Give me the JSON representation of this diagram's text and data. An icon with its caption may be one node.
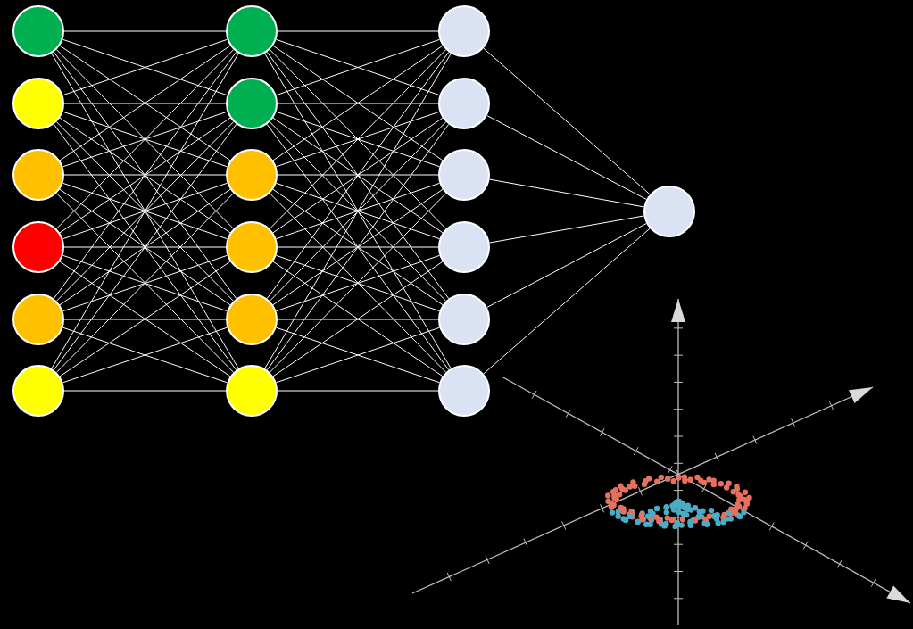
{
  "diagram": {
    "nodes": [
      {
        "text": [],
        "shape": "circle"
      },
      {
        "text": [],
        "shape": "circle"
      },
      {
        "text": [],
        "shape": "circle"
      },
      {
        "text": [],
        "shape": "circle"
      },
      {
        "text": [],
        "shape": "circle"
      },
      {
        "text": [],
        "shape": "circle"
      },
      {
        "text": [],
        "shape": "circle"
      },
      {
        "text": [],
        "shape": "circle"
      },
      {
        "text": [],
        "shape": "circle"
      },
      {
        "text": [],
        "shape": "circle"
      },
      {
        "text": [],
        "shape": "circle"
      },
      {
        "text": [],
        "shape": "circle"
      },
      {
        "text": [],
        "shape": "circle"
      },
      {
        "text": [],
        "shape": "circle"
      },
      {
        "text": [],
        "shape": "circle"
      },
      {
        "text": [],
        "shape": "circle"
      },
      {
        "text": [],
        "shape": "circle"
      },
      {
        "text": [],
        "shape": "circle"
      },
      {
        "text": [],
        "shape": "circle"
      }
    ],
    "edges": [
      {
        "from": 0,
        "to": 6,
        "arrow": "none"
      },
      {
        "from": 0,
        "to": 7,
        "arrow": "none"
      },
      {
        "from": 0,
        "to": 8,
        "arrow": "none"
      },
      {
        "from": 0,
        "to": 9,
        "arrow": "none"
      },
      {
        "from": 0,
        "to": 10,
        "arrow": "none"
      },
      {
        "from": 0,
        "to": 11,
        "arrow": "none"
      },
      {
        "from": 1,
        "to": 6,
        "arrow": "none"
      },
      {
        "from": 1,
        "to": 7,
        "arrow": "none"
      },
      {
        "from": 1,
        "to": 8,
        "arrow": "none"
      },
      {
        "from": 1,
        "to": 9,
        "arrow": "none"
      },
      {
        "from": 1,
        "to": 10,
        "arrow": "none"
      },
      {
        "from": 1,
        "to": 11,
        "arrow": "none"
      },
      {
        "from": 2,
        "to": 6,
        "arrow": "none"
      },
      {
        "from": 2,
        "to": 7,
        "arrow": "none"
      },
      {
        "from": 2,
        "to": 8,
        "arrow": "none"
      },
      {
        "from": 2,
        "to": 9,
        "arrow": "none"
      },
      {
        "from": 2,
        "to": 10,
        "arrow": "none"
      },
      {
        "from": 2,
        "to": 11,
        "arrow": "none"
      },
      {
        "from": 3,
        "to": 6,
        "arrow": "none"
      },
      {
        "from": 3,
        "to": 7,
        "arrow": "none"
      },
      {
        "from": 3,
        "to": 8,
        "arrow": "none"
      },
      {
        "from": 3,
        "to": 9,
        "arrow": "none"
      },
      {
        "from": 3,
        "to": 10,
        "arrow": "none"
      },
      {
        "from": 3,
        "to": 11,
        "arrow": "none"
      },
      {
        "from": 4,
        "to": 6,
        "arrow": "none"
      },
      {
        "from": 4,
        "to": 7,
        "arrow": "none"
      },
      {
        "from": 4,
        "to": 8,
        "arrow": "none"
      },
      {
        "from": 4,
        "to": 9,
        "arrow": "none"
      },
      {
        "from": 4,
        "to": 10,
        "arrow": "none"
      },
      {
        "from": 4,
        "to": 11,
        "arrow": "none"
      },
      {
        "from": 5,
        "to": 6,
        "arrow": "none"
      },
      {
        "from": 5,
        "to": 7,
        "arrow": "none"
      },
      {
        "from": 5,
        "to": 8,
        "arrow": "none"
      },
      {
        "from": 5,
        "to": 9,
        "arrow": "none"
      },
      {
        "from": 5,
        "to": 10,
        "arrow": "none"
      },
      {
        "from": 5,
        "to": 11,
        "arrow": "none"
      },
      {
        "from": 6,
        "to": 12,
        "arrow": "none"
      },
      {
        "from": 6,
        "to": 13,
        "arrow": "none"
      },
      {
        "from": 6,
        "to": 14,
        "arrow": "none"
      },
      {
        "from": 6,
        "to": 15,
        "arrow": "none"
      },
      {
        "from": 6,
        "to": 16,
        "arrow": "none"
      },
      {
        "from": 6,
        "to": 17,
        "arrow": "none"
      },
      {
        "from": 7,
        "to": 12,
        "arrow": "none"
      },
      {
        "from": 7,
        "to": 13,
        "arrow": "none"
      },
      {
        "from": 7,
        "to": 14,
        "arrow": "none"
      },
      {
        "from": 7,
        "to": 15,
        "arrow": "none"
      },
      {
        "from": 7,
        "to": 16,
        "arrow": "none"
      },
      {
        "from": 7,
        "to": 17,
        "arrow": "none"
      },
      {
        "from": 8,
        "to": 12,
        "arrow": "none"
      },
      {
        "from": 8,
        "to": 13,
        "arrow": "none"
      },
      {
        "from": 8,
        "to": 14,
        "arrow": "none"
      },
      {
        "from": 8,
        "to": 15,
        "arrow": "none"
      },
      {
        "from": 8,
        "to": 16,
        "arrow": "none"
      },
      {
        "from": 8,
        "to": 17,
        "arrow": "none"
      },
      {
        "from": 9,
        "to": 12,
        "arrow": "none"
      },
      {
        "from": 9,
        "to": 13,
        "arrow": "none"
      },
      {
        "from": 9,
        "to": 14,
        "arrow": "none"
      },
      {
        "from": 9,
        "to": 15,
        "arrow": "none"
      },
      {
        "from": 9,
        "to": 16,
        "arrow": "none"
      },
      {
        "from": 9,
        "to": 17,
        "arrow": "none"
      },
      {
        "from": 10,
        "to": 12,
        "arrow": "none"
      },
      {
        "from": 10,
        "to": 13,
        "arrow": "none"
      },
      {
        "from": 10,
        "to": 14,
        "arrow": "none"
      },
      {
        "from": 10,
        "to": 15,
        "arrow": "none"
      },
      {
        "from": 10,
        "to": 16,
        "arrow": "none"
      },
      {
        "from": 10,
        "to": 17,
        "arrow": "none"
      },
      {
        "from": 11,
        "to": 12,
        "arrow": "none"
      },
      {
        "from": 11,
        "to": 13,
        "arrow": "none"
      },
      {
        "from": 11,
        "to": 14,
        "arrow": "none"
      },
      {
        "from": 11,
        "to": 15,
        "arrow": "none"
      },
      {
        "from": 11,
        "to": 16,
        "arrow": "none"
      },
      {
        "from": 11,
        "to": 17,
        "arrow": "none"
      },
      {
        "from": 12,
        "to": 18,
        "arrow": "none"
      },
      {
        "from": 13,
        "to": 18,
        "arrow": "none"
      },
      {
        "from": 14,
        "to": 18,
        "arrow": "none"
      },
      {
        "from": 15,
        "to": 18,
        "arrow": "none"
      },
      {
        "from": 16,
        "to": 18,
        "arrow": "none"
      },
      {
        "from": 17,
        "to": 18,
        "arrow": "none"
      }
    ]
  }
}
